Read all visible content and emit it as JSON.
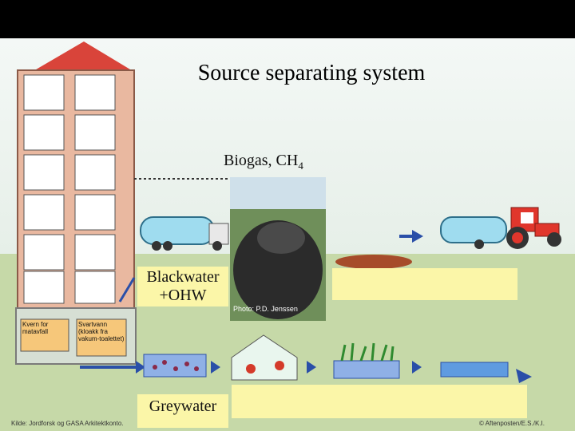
{
  "title": "Source separating system",
  "labels": {
    "biogas_prefix": "Biogas, CH",
    "biogas_sub": "4",
    "blackwater_line1": "Blackwater",
    "blackwater_line2": "+OHW",
    "greywater": "Greywater"
  },
  "photo_credit": "Photo: P.D. Jenssen",
  "inset_boxes": {
    "grinder": "Kvern for matavfall",
    "blackwater_tank": "Svartvann (kloakk fra vakum-toalettet)"
  },
  "footer": {
    "source": "Kilde: Jordforsk og GASA Arkitektkonto.",
    "copyright": "© Aftenposten/E.S./K.I."
  },
  "colors": {
    "roof": "#d9443a",
    "building": "#e9b8a0",
    "tank": "#9fdcef",
    "tractor": "#e0362c",
    "yellow_box": "#fbf6a8",
    "arrow": "#2a4fa8"
  }
}
